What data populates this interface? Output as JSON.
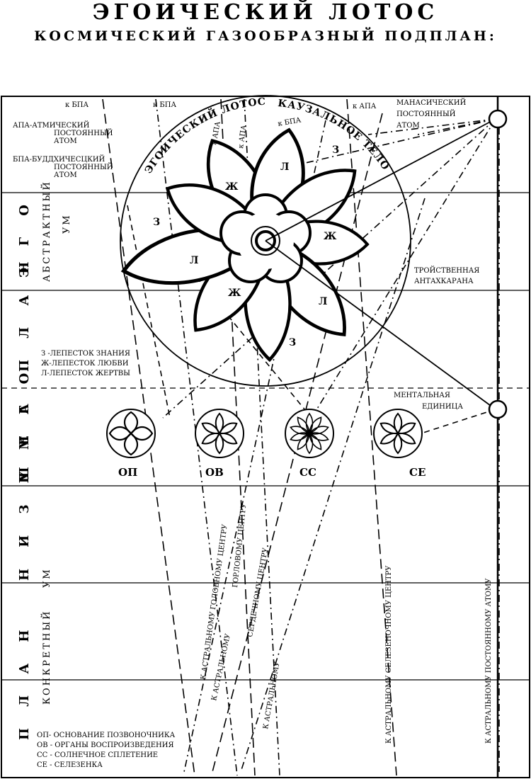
{
  "header": {
    "title": "ЭГОИЧЕСКИЙ ЛОТОС",
    "subtitle": "КОСМИЧЕСКИЙ ГАЗООБРАЗНЫЙ ПОДПЛАН:"
  },
  "top_labels": {
    "k_bpa_1": "к БПА",
    "k_bpa_2": "к БПА",
    "k_apa": "к АПА",
    "k_apa_vert": "к АПА",
    "k_apa_vert2": "к АПА",
    "k_bpa_vert": "к БПА"
  },
  "atoms_legend": {
    "apa_1": "АПА-АТМИЧЕСКИЙ",
    "apa_2": "ПОСТОЯННЫЙ",
    "apa_3": "АТОМ",
    "bpa_1": "БПА-БУДДХИЧЕСЦКИЙ",
    "bpa_2": "ПОСТОЯННЫЙ",
    "bpa_3": "АТОМ"
  },
  "manasic_atom": {
    "l1": "МАНАСИЧЕСКИЙ",
    "l2": "ПОСТОЯННЫЙ",
    "l3": "АТОМ"
  },
  "arc_labels": {
    "lotus": "ЭГОИЧЕСКИЙ ЛОТОС",
    "causal": "КАУЗАЛЬНОЕ ТЕЛО"
  },
  "petals": {
    "knowledge": "З",
    "love": "Ж",
    "sacrifice": "Л"
  },
  "antahkarana": {
    "l1": "ТРОЙСТВЕННАЯ",
    "l2": "АНТАХКАРАНА"
  },
  "petal_legend": {
    "z": "З -ЛЕПЕСТОК ЗНАНИЯ",
    "zh": "Ж-ЛЕПЕСТОК ЛЮБВИ",
    "l": "Л-ЛЕПЕСТОК ЖЕРТВЫ"
  },
  "mental_unit": {
    "l1": "МЕНТАЛЬНАЯ",
    "l2": "ЕДИНИЦА"
  },
  "centers": {
    "op": "ОП",
    "ov": "ОВ",
    "ss": "СС",
    "se": "СЕ"
  },
  "side_labels": {
    "ego": "Э Г О",
    "plan1": "П Л А Н",
    "uma": "У М А",
    "nizshego": "Н И З Ш Е Г О",
    "plan2": "П Л А Н",
    "abstract": "АБСТРАКТНЫЙ",
    "um1": "УМ",
    "concrete": "КОНКРЕТНЫЙ",
    "um2": "УМ"
  },
  "rotated_labels": {
    "head": "К АСТРАЛЬНОМУ ГОЛОВНОМУ ЦЕНТРУ",
    "throat_a": "ГОРЛОВОМУ ЦЕНТРУ",
    "throat_b": "К АСТРАЛЬНОМУ",
    "heart_a": "СЕРДЕЧНОМУ ЦЕНТРУ",
    "heart_b": "К АСТРАЛЬНОМУ",
    "spleen": "К АСТРАЛЬНОМУ СЕЛЕЗЕНОЧНОМУ ЦЕНТРУ",
    "atom": "К АСТРАЛЬНОМУ ПОСТОЯННОМУ АТОМУ"
  },
  "center_legend": {
    "op": "ОП- ОСНОВАНИЕ ПОЗВОНОЧНИКА",
    "ov": "ОВ - ОРГАНЫ ВОСПРОИЗВЕДЕНИЯ",
    "ss": "СС - СОЛНЕЧНОЕ СПЛЕТЕНИЕ",
    "se": "СЕ - СЕЛЕЗЕНКА"
  }
}
